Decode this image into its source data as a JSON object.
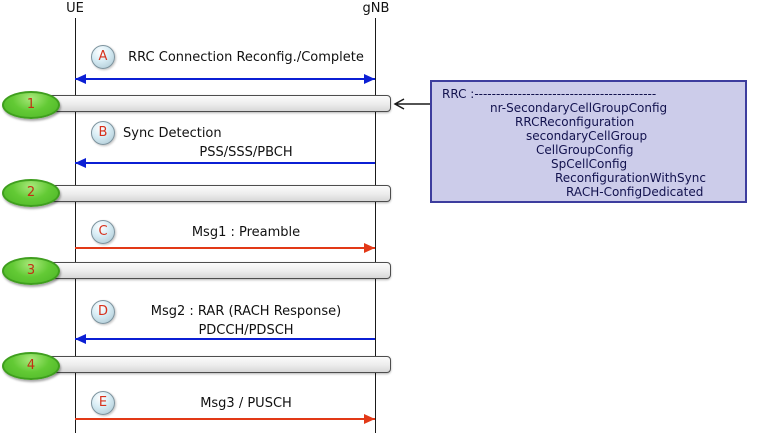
{
  "colors": {
    "blue": "#0b1fd4",
    "red": "#e23917",
    "line": "#1a1a1a",
    "bar-border": "#4d4d4d",
    "green-border": "#3f9e1e",
    "step-number": "#c23014",
    "label-letter": "#d6311c",
    "note-bg": "#ccccea",
    "note-border": "#3d3d9e",
    "note-text": "#12124e"
  },
  "actors": [
    {
      "name": "UE"
    },
    {
      "name": "gNB"
    }
  ],
  "messages": [
    {
      "label": "A",
      "text": "RRC Connection Reconfig./Complete",
      "direction": "bidirectional",
      "color": "blue"
    },
    {
      "label": "B",
      "text": "Sync Detection",
      "subtext": "PSS/SSS/PBCH",
      "direction": "gNB-to-UE",
      "color": "blue"
    },
    {
      "label": "C",
      "text": "Msg1 : Preamble",
      "direction": "UE-to-gNB",
      "color": "red"
    },
    {
      "label": "D",
      "text": "Msg2 : RAR (RACH Response)",
      "subtext": "PDCCH/PDSCH",
      "direction": "gNB-to-UE",
      "color": "blue"
    },
    {
      "label": "E",
      "text": "Msg3 / PUSCH",
      "direction": "UE-to-gNB",
      "color": "red"
    }
  ],
  "steps": [
    {
      "number": "1"
    },
    {
      "number": "2"
    },
    {
      "number": "3"
    },
    {
      "number": "4"
    }
  ],
  "note": {
    "title": "RRC :------------------------------------------",
    "lines": [
      "nr-SecondaryCellGroupConfig",
      "RRCReconfiguration",
      "secondaryCellGroup",
      "CellGroupConfig",
      "SpCellConfig",
      "ReconfigurationWithSync",
      "RACH-ConfigDedicated"
    ]
  }
}
